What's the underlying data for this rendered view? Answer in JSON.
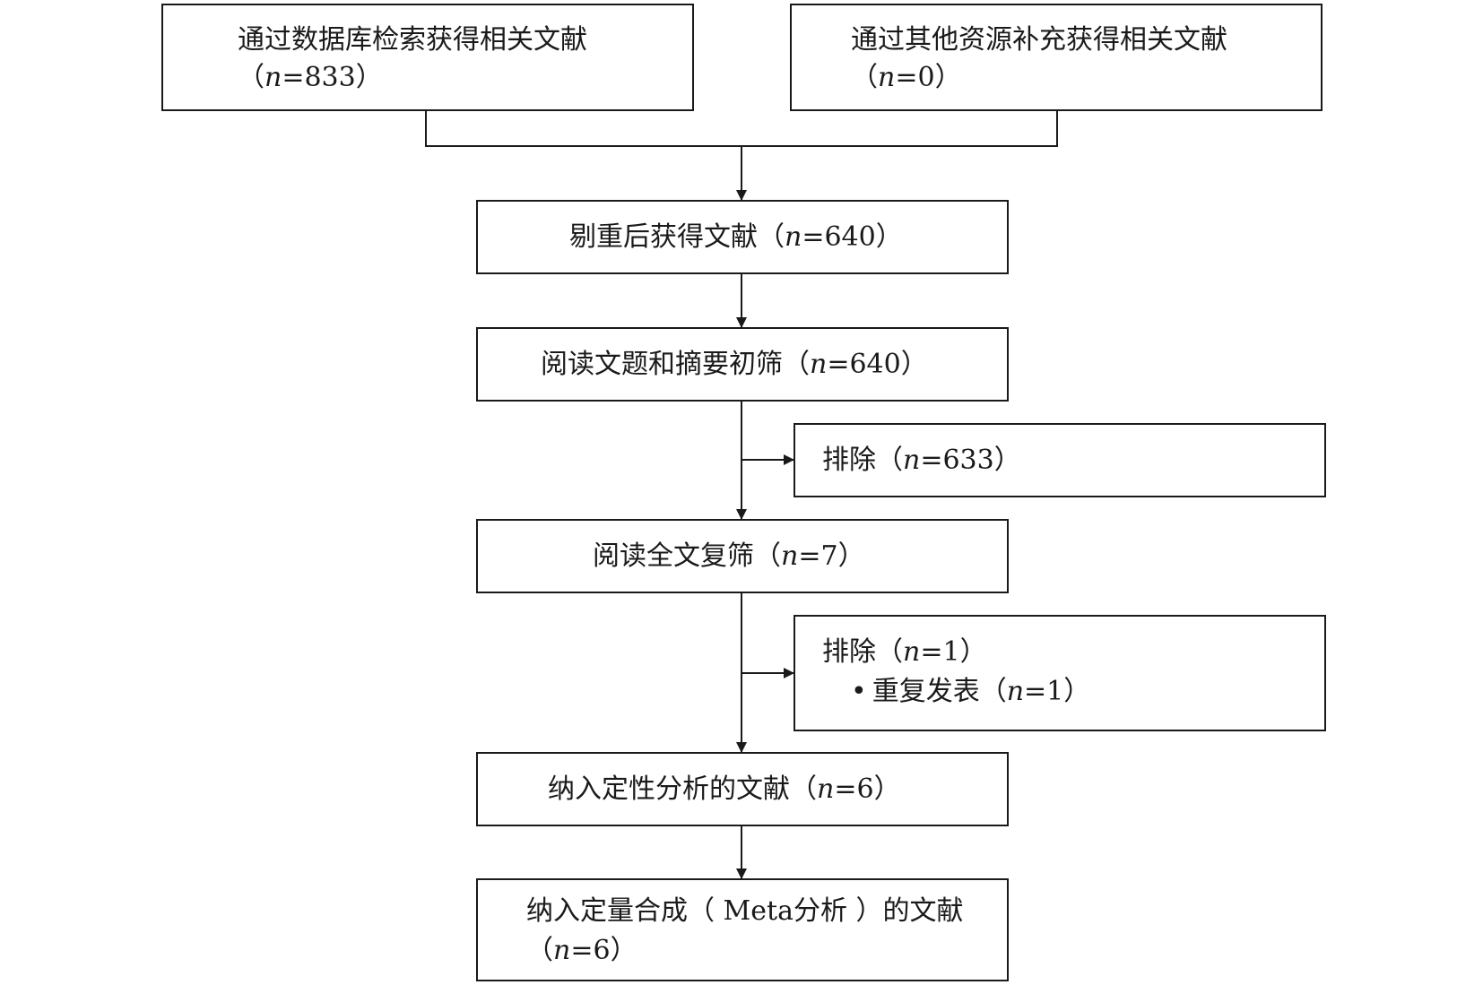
{
  "boxes": {
    "database_search": {
      "line1": "通过数据库检索获得相关文献",
      "line2_open": "（",
      "n_var": "n",
      "line2_value": "=833",
      "line2_close": "）"
    },
    "other_sources": {
      "line1": "通过其他资源补充获得相关文献",
      "line2_open": "（",
      "n_var": "n",
      "line2_value": "=0",
      "line2_close": "）"
    },
    "after_dedup": {
      "label": "剔重后获得文献",
      "open": "（",
      "n_var": "n",
      "value": "=640",
      "close": "）"
    },
    "title_abstract_screen": {
      "label": "阅读文题和摘要初筛",
      "open": "（",
      "n_var": "n",
      "value": "=640",
      "close": "）"
    },
    "excluded_1": {
      "label": "排除",
      "open": "（",
      "n_var": "n",
      "value": "=633",
      "close": "）"
    },
    "full_text_screen": {
      "label": "阅读全文复筛",
      "open": "（",
      "n_var": "n",
      "value": "=7",
      "close": "）"
    },
    "excluded_2": {
      "label": "排除",
      "open": "（",
      "n_var": "n",
      "value": "=1",
      "close": "）",
      "sub_bullet": "•",
      "sub_label": "重复发表",
      "sub_open": "（",
      "sub_n_var": "n",
      "sub_value": "=1",
      "sub_close": "）"
    },
    "qualitative": {
      "label": "纳入定性分析的文献",
      "open": "（",
      "n_var": "n",
      "value": "=6",
      "close": "）"
    },
    "quantitative": {
      "line1": "纳入定量合成（ Meta分析 ）的文献",
      "line2_open": "（",
      "n_var": "n",
      "line2_value": "=6",
      "line2_close": "）"
    }
  },
  "colors": {
    "stroke": "#1a1a1a",
    "background": "#ffffff"
  }
}
